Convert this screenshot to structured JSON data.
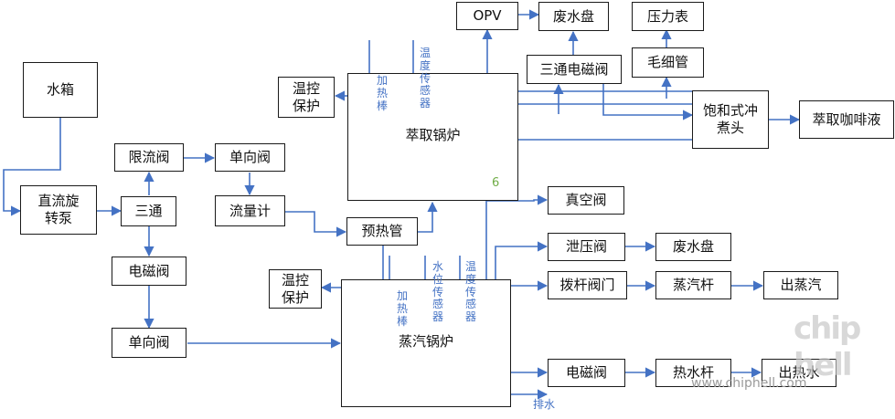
{
  "colors": {
    "line": "#4472c4",
    "box_border": "#1a1a1a",
    "accent_number": "#70ad47"
  },
  "boxes": {
    "water_tank": "水箱",
    "dc_pump": "直流旋转泵",
    "flow_limit_valve": "限流阀",
    "tee": "三通",
    "check_valve_top": "单向阀",
    "flow_meter": "流量计",
    "solenoid_valve_left": "电磁阀",
    "check_valve_bottom": "单向阀",
    "preheat_pipe": "预热管",
    "temp_protect_top": "温控保护",
    "temp_protect_bottom": "温控保护",
    "extraction_boiler": "萃取锅炉",
    "opv": "OPV",
    "waste_tray_top": "废水盘",
    "three_way_solenoid": "三通电磁阀",
    "pressure_gauge": "压力表",
    "capillary": "毛细管",
    "brew_head": "饱和式冲煮头",
    "extract_coffee": "萃取咖啡液",
    "steam_boiler": "蒸汽锅炉",
    "vacuum_valve": "真空阀",
    "relief_valve": "泄压阀",
    "waste_tray_right": "废水盘",
    "lever_valve": "拨杆阀门",
    "steam_wand": "蒸汽杆",
    "steam_out": "出蒸汽",
    "solenoid_valve_right": "电磁阀",
    "hot_water_wand": "热水杆",
    "hot_water_out": "出热水"
  },
  "labels": {
    "heater_rod_top": "加热棒",
    "temp_sensor_top": "温度传感器",
    "number_6": "6",
    "heater_rod_bottom": "加热棒",
    "level_sensor": "水位传感器",
    "temp_sensor_bottom": "温度传感器",
    "drain": "排水"
  },
  "watermark": {
    "logo": "chip hell",
    "url": "www.chiphell.com"
  }
}
